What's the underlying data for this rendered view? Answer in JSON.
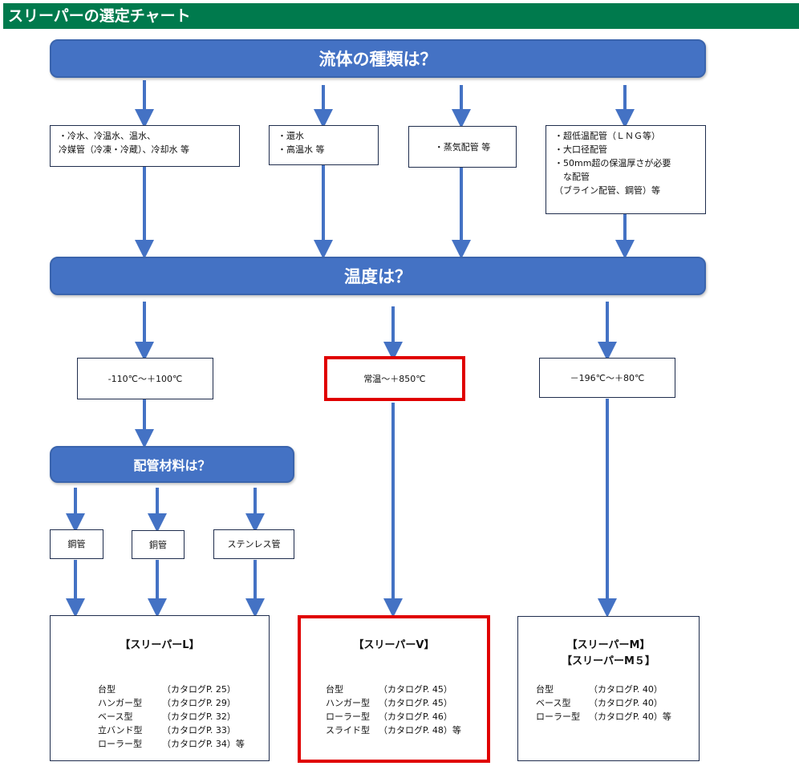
{
  "page_title": "スリーパーの選定チャート",
  "q_fluid": "流体の種類は？",
  "q_temp": "温度は？",
  "q_material": "配管材料は？",
  "fluid_options": [
    [
      "・冷水、冷温水、温水、",
      "冷媒管（冷凍・冷蔵）、冷却水 等"
    ],
    [
      "・還水",
      "・高温水 等"
    ],
    [
      "・蒸気配管 等"
    ],
    [
      "・超低温配管（ＬＮＧ等）",
      "・大口径配管",
      "・50mm超の保温厚さが必要",
      "　な配管",
      "（ブライン配管、鋼管）等"
    ]
  ],
  "temp_options": [
    "-110℃～＋100℃",
    "常温～＋850℃",
    "－196℃～＋80℃"
  ],
  "material_options": [
    "鋼管",
    "銅管",
    "ステンレス管"
  ],
  "products": {
    "L": {
      "titles": [
        "【スリーパーL】"
      ],
      "rows": [
        {
          "name": "台型",
          "ref": "（カタログP. 25）"
        },
        {
          "name": "ハンガー型",
          "ref": "（カタログP. 29）"
        },
        {
          "name": "ベース型",
          "ref": "（カタログP. 32）"
        },
        {
          "name": "立バンド型",
          "ref": "（カタログP. 33）"
        },
        {
          "name": "ローラー型",
          "ref": "（カタログP. 34）等"
        }
      ]
    },
    "V": {
      "titles": [
        "【スリーパーV】"
      ],
      "rows": [
        {
          "name": "台型",
          "ref": "（カタログP. 45）"
        },
        {
          "name": "ハンガー型",
          "ref": "（カタログP. 45）"
        },
        {
          "name": "ローラー型",
          "ref": "（カタログP. 46）"
        },
        {
          "name": "スライド型",
          "ref": "（カタログP. 48）等"
        }
      ]
    },
    "M": {
      "titles": [
        "【スリーパーM】",
        "【スリーパーM５】"
      ],
      "rows": [
        {
          "name": "台型",
          "ref": "（カタログP. 40）"
        },
        {
          "name": "ベース型",
          "ref": "（カタログP. 40）"
        },
        {
          "name": "ローラー型",
          "ref": "（カタログP. 40）等"
        }
      ]
    }
  }
}
